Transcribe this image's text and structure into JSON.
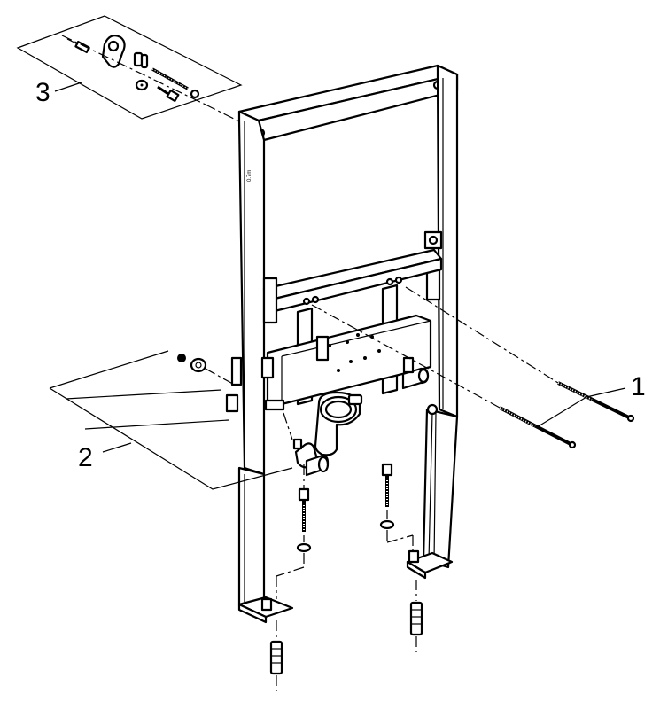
{
  "diagram": {
    "callouts": [
      {
        "id": "1",
        "text": "1"
      },
      {
        "id": "2",
        "text": "2"
      },
      {
        "id": "3",
        "text": "3"
      }
    ],
    "frame_marking": "0.7m"
  }
}
